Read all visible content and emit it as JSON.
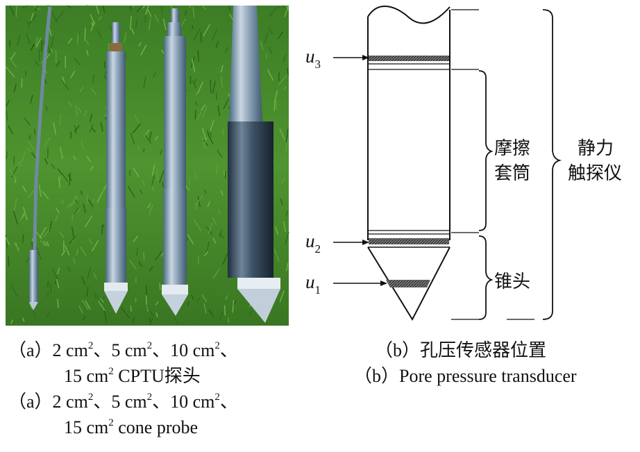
{
  "panel_a": {
    "caption_cn": {
      "open": "（a）2 cm",
      "sep1": "、5 cm",
      "sep2": "、10 cm",
      "tail": "、",
      "line2_pre": "15 cm",
      "line2_post": " CPTU探头"
    },
    "caption_en": {
      "open": "（a）2 cm",
      "sep1": "、5 cm",
      "sep2": "、10 cm",
      "tail": "、",
      "line2_pre": "15 cm",
      "line2_post": " cone probe"
    },
    "superscript": "2"
  },
  "panel_b": {
    "labels": {
      "u3": "u",
      "u3_sub": "3",
      "u2": "u",
      "u2_sub": "2",
      "u1": "u",
      "u1_sub": "1",
      "sleeve_line1": "摩擦",
      "sleeve_line2": "套筒",
      "cone_tip": "锥头",
      "cpt_line1": "静力",
      "cpt_line2": "触探仪"
    },
    "caption_cn": "（b）孔压传感器位置",
    "caption_en": "（b）Pore pressure transducer"
  },
  "colors": {
    "grass_dark": "#2f6a1e",
    "grass_light": "#5fa23a",
    "steel": "#8fa3b8",
    "filter_band": "#555555"
  }
}
